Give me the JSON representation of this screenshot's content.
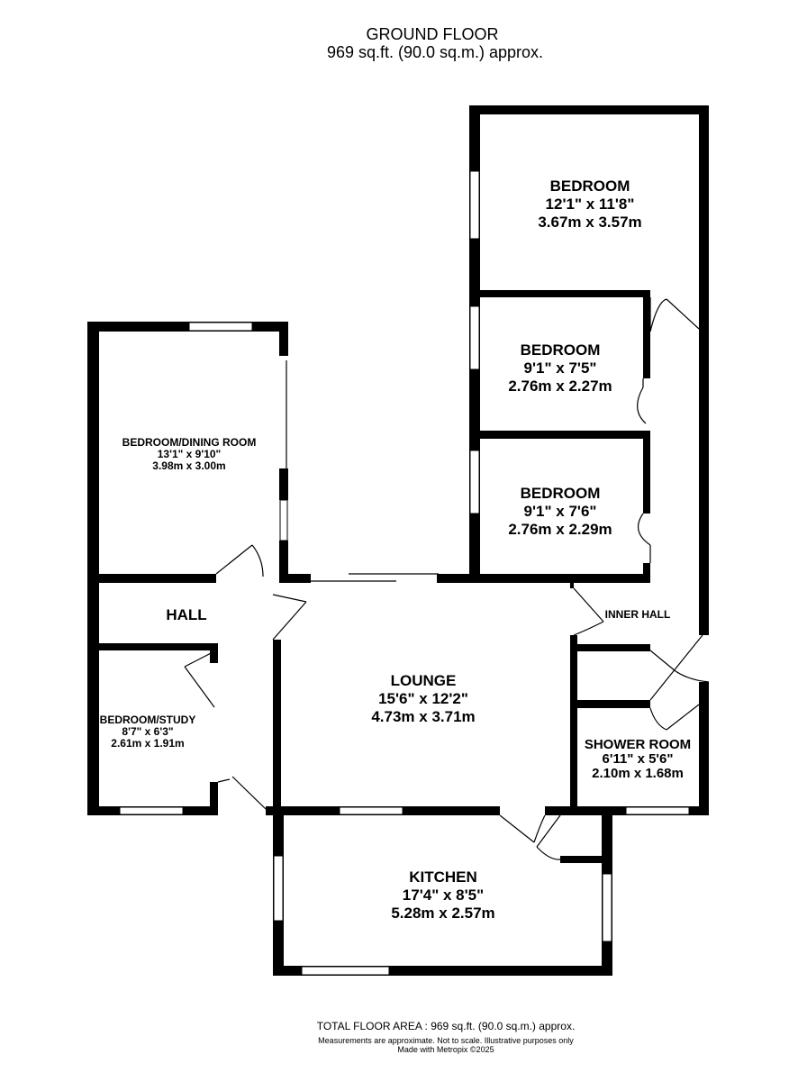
{
  "header": {
    "title": "GROUND FLOOR",
    "area": "969 sq.ft. (90.0 sq.m.) approx."
  },
  "rooms": [
    {
      "name": "BEDROOM",
      "imperial": "12'1\"  x 11'8\"",
      "metric": "3.67m  x 3.57m"
    },
    {
      "name": "BEDROOM",
      "imperial": "9'1\"  x 7'5\"",
      "metric": "2.76m  x 2.27m"
    },
    {
      "name": "BEDROOM",
      "imperial": "9'1\"  x 7'6\"",
      "metric": "2.76m  x 2.29m"
    },
    {
      "name": "BEDROOM/DINING ROOM",
      "imperial": "13'1\"  x 9'10\"",
      "metric": "3.98m  x 3.00m"
    },
    {
      "name": "HALL"
    },
    {
      "name": "BEDROOM/STUDY",
      "imperial": "8'7\"  x 6'3\"",
      "metric": "2.61m  x 1.91m"
    },
    {
      "name": "LOUNGE",
      "imperial": "15'6\"  x 12'2\"",
      "metric": "4.73m  x 3.71m"
    },
    {
      "name": "INNER HALL"
    },
    {
      "name": "SHOWER ROOM",
      "imperial": "6'11\"  x 5'6\"",
      "metric": "2.10m  x 1.68m"
    },
    {
      "name": "KITCHEN",
      "imperial": "17'4\"  x 8'5\"",
      "metric": "5.28m  x 2.57m"
    }
  ],
  "footer": {
    "total": "TOTAL FLOOR AREA : 969 sq.ft. (90.0 sq.m.) approx.",
    "note": "Measurements are approximate.  Not to scale.  Illustrative purposes only",
    "credit": "Made with Metropix ©2025"
  }
}
